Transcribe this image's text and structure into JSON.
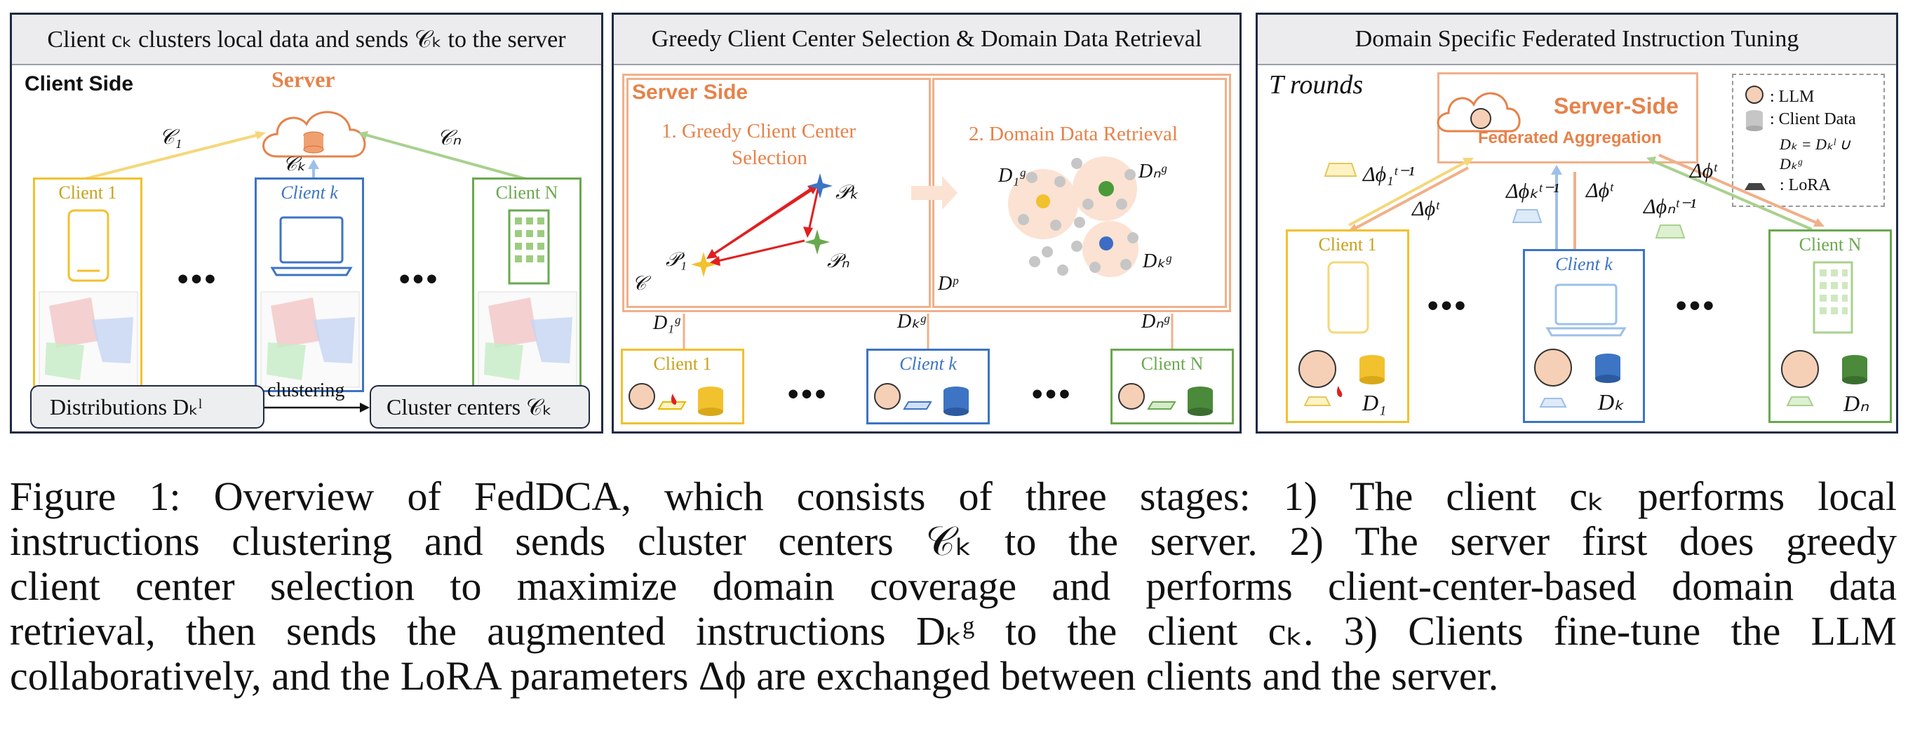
{
  "panel1": {
    "title": "Client cₖ clusters local data and sends 𝒞ₖ to the server",
    "side_label": "Client Side",
    "server_label": "Server",
    "arrow_c1": "𝒞₁",
    "arrow_ck": "𝒞ₖ",
    "arrow_cn": "𝒞ₙ",
    "client1": "Client 1",
    "clientk": "Client k",
    "clientN": "Client N",
    "dots": "•••",
    "distributions": "Distributions Dₖˡ",
    "clustering": "clustering",
    "cluster_centers": "Cluster centers 𝒞ₖ",
    "colors": {
      "client1": "#f2c12e",
      "clientk": "#3d74c4",
      "clientN": "#6aa84f",
      "server": "#e6824a"
    }
  },
  "panel2": {
    "title": "Greedy Client Center Selection & Domain Data Retrieval",
    "side_label": "Server Side",
    "step1": "1. Greedy Client Center",
    "step1b": "Selection",
    "step2": "2. Domain Data Retrieval",
    "pk": "𝒫ₖ",
    "p1": "𝒫₁",
    "pn": "𝒫ₙ",
    "c_label": "𝒞",
    "dp_label": "Dᵖ",
    "d1g": "D₁ᵍ",
    "dng": "Dₙᵍ",
    "dkg": "Dₖᵍ",
    "out1": "D₁ᵍ",
    "outk": "Dₖᵍ",
    "outn": "Dₙᵍ",
    "client1": "Client 1",
    "clientk": "Client k",
    "clientN": "Client N",
    "dots": "•••"
  },
  "panel3": {
    "title": "Domain Specific Federated Instruction Tuning",
    "rounds": "T rounds",
    "server_side": "Server-Side",
    "fed_agg": "Federated Aggregation",
    "legend_llm": ": LLM",
    "legend_data": ": Client Data",
    "legend_eq": "Dₖ = Dₖˡ ∪",
    "legend_eq2": "Dₖᵍ",
    "legend_lora": ": LoRA",
    "up1": "Δϕ₁ᵗ⁻¹",
    "down1": "Δϕᵗ",
    "upk": "Δϕₖᵗ⁻¹",
    "downk": "Δϕᵗ",
    "upn": "Δϕₙᵗ⁻¹",
    "downn": "Δϕᵗ",
    "client1": "Client 1",
    "clientk": "Client k",
    "clientN": "Client N",
    "d1": "D₁",
    "dk": "Dₖ",
    "dn": "Dₙ",
    "dots": "•••"
  },
  "caption": {
    "line1": "Figure 1: Overview of FedDCA, which consists of three stages: 1) The client cₖ performs local",
    "line2": "instructions clustering and sends cluster centers 𝒞ₖ to the server. 2) The server first does greedy",
    "line3": "client center selection to maximize domain coverage and performs client-center-based domain data",
    "line4": "retrieval, then sends the augmented instructions Dₖᵍ to the client cₖ. 3) Clients fine-tune the LLM",
    "line5": "collaboratively, and the LoRA parameters Δϕ are exchanged between clients and the server."
  }
}
